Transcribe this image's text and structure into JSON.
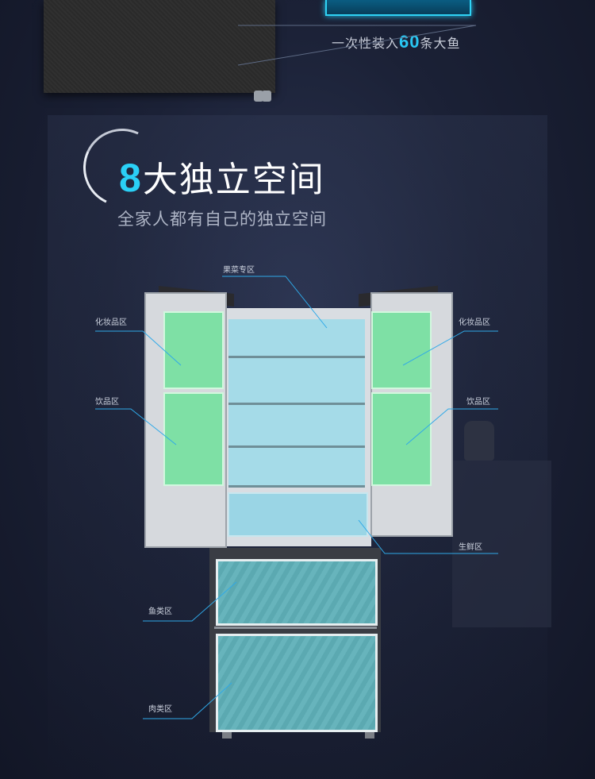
{
  "top": {
    "capacity_prefix": "一次性装入",
    "capacity_number": "60",
    "capacity_suffix": "条大鱼"
  },
  "heading": {
    "number": "8",
    "title_rest": "大独立空间",
    "subtitle": "全家人都有自己的独立空间"
  },
  "zones": {
    "fruit_veg": "果菜专区",
    "cosmetics_left": "化妆品区",
    "cosmetics_right": "化妆品区",
    "drinks_left": "饮品区",
    "drinks_right": "饮品区",
    "fresh": "生鲜区",
    "fish": "鱼类区",
    "meat": "肉类区"
  },
  "colors": {
    "accent": "#2ad0f6",
    "zone_fridge": "#a5dbe8",
    "zone_door": "#6ee19b",
    "zone_freezer": "#5fb0b8",
    "callout_line": "#2fa9e8"
  }
}
